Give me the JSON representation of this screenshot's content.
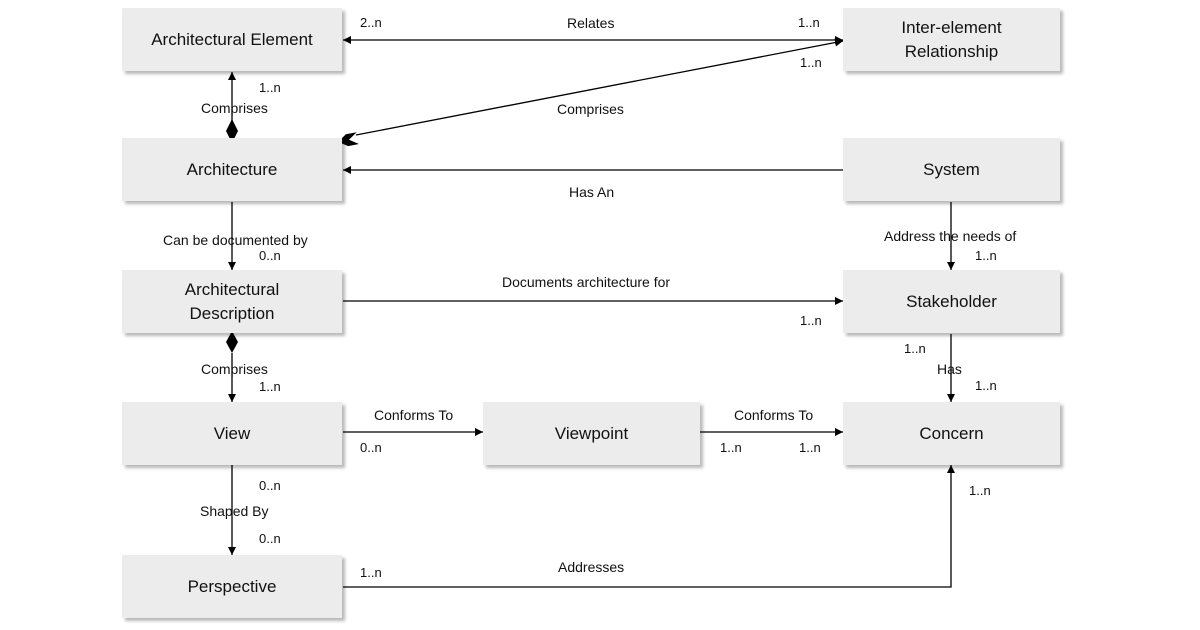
{
  "nodes": {
    "architectural_element": "Architectural Element",
    "inter_element_relationship": "Inter-element\nRelationship",
    "architecture": "Architecture",
    "system": "System",
    "architectural_description": "Architectural\nDescription",
    "stakeholder": "Stakeholder",
    "view": "View",
    "viewpoint": "Viewpoint",
    "concern": "Concern",
    "perspective": "Perspective"
  },
  "relations": {
    "relates": "Relates",
    "comprises_element": "Comprises",
    "comprises_relationship": "Comprises",
    "has_an": "Has An",
    "can_be_documented_by": "Can be documented by",
    "address_needs_of": "Address the needs of",
    "documents_architecture_for": "Documents architecture for",
    "comprises_view": "Comprises",
    "has": "Has",
    "conforms_to_view": "Conforms To",
    "conforms_to_viewpoint": "Conforms To",
    "shaped_by": "Shaped By",
    "addresses": "Addresses"
  },
  "multiplicities": {
    "relates_element": "2..n",
    "relates_relationship": "1..n",
    "relationship_comprises": "1..n",
    "element_comprises": "1..n",
    "documented_by": "0..n",
    "address_needs_of": "1..n",
    "documents_for": "1..n",
    "comprises_view": "1..n",
    "stakeholder_has": "1..n",
    "concern_has": "1..n",
    "view_conforms": "0..n",
    "viewpoint_left": "1..n",
    "viewpoint_right": "1..n",
    "view_shaped": "0..n",
    "perspective_shaped": "0..n",
    "perspective_addresses": "1..n",
    "concern_addresses": "1..n"
  }
}
